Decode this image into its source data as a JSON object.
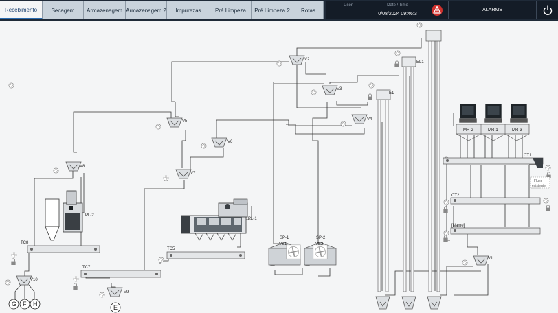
{
  "tabs": [
    {
      "label": "Recebimento",
      "active": true
    },
    {
      "label": "Secagem",
      "active": false
    },
    {
      "label": "Armazenagem",
      "active": false
    },
    {
      "label": "Armazenagem 2",
      "active": false
    },
    {
      "label": "Impurezas",
      "active": false
    },
    {
      "label": "Pré Limpeza",
      "active": false
    },
    {
      "label": "Pré Limpeza 2",
      "active": false
    },
    {
      "label": "Rotas",
      "active": false
    }
  ],
  "header": {
    "user_label": "User",
    "user_value": "",
    "datetime_label": "Date / Time",
    "datetime_value": "0/08/2024 09:46:3",
    "alarms_label": "ALARMS",
    "colors": {
      "bar": "#1f2a38",
      "alarm": "#d0312d",
      "tab": "#c9d3dc"
    }
  },
  "diagram": {
    "valves": {
      "v2": "V2",
      "v3": "V3",
      "v4": "V4",
      "v5": "V5",
      "v6": "V6",
      "v7": "V7",
      "v8": "V8",
      "v9": "V9",
      "v10": "V10",
      "v1": "V1"
    },
    "elevators": {
      "el1": "EL1",
      "e1": "E1"
    },
    "machines": {
      "pl1": "PL-1",
      "pl2": "PL-2"
    },
    "conveyors": {
      "tc8": "TC8",
      "tc5": "TC5",
      "tc7": "TC7",
      "ct1": "CT1",
      "ct2": "CT2",
      "name": "[Name]"
    },
    "silos": {
      "sp1": "SP-1",
      "sp2": "SP-2",
      "ve1": "VE1",
      "ve2": "VE2"
    },
    "mixers": {
      "mr2": "MR-2",
      "mr1": "MR-1",
      "mr3": "MR-3"
    },
    "outlets": {
      "g": "G",
      "f": "F",
      "h": "H",
      "e": "E"
    },
    "flow_label_1": "Fluxo",
    "flow_label_2": "existente"
  }
}
